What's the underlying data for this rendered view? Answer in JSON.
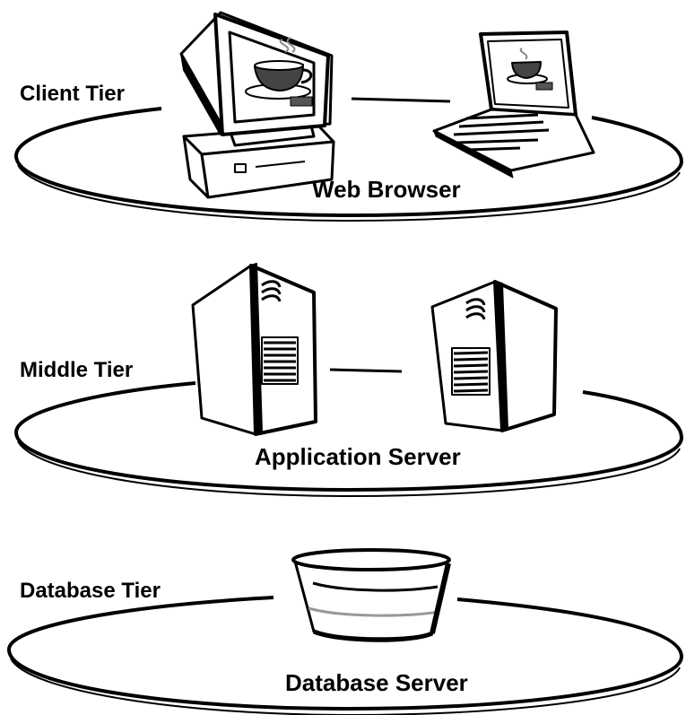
{
  "tiers": {
    "client": {
      "label": "Client Tier",
      "platform_label": "Web Browser"
    },
    "middle": {
      "label": "Middle Tier",
      "platform_label": "Application Server"
    },
    "database": {
      "label": "Database Tier",
      "platform_label": "Database Server"
    }
  },
  "colors": {
    "stroke": "#000000",
    "background": "#ffffff",
    "accent_gray": "#999999"
  },
  "icons": [
    "desktop-computer-icon",
    "laptop-icon",
    "coffee-cup-icon",
    "server-tower-icon",
    "database-icon"
  ]
}
